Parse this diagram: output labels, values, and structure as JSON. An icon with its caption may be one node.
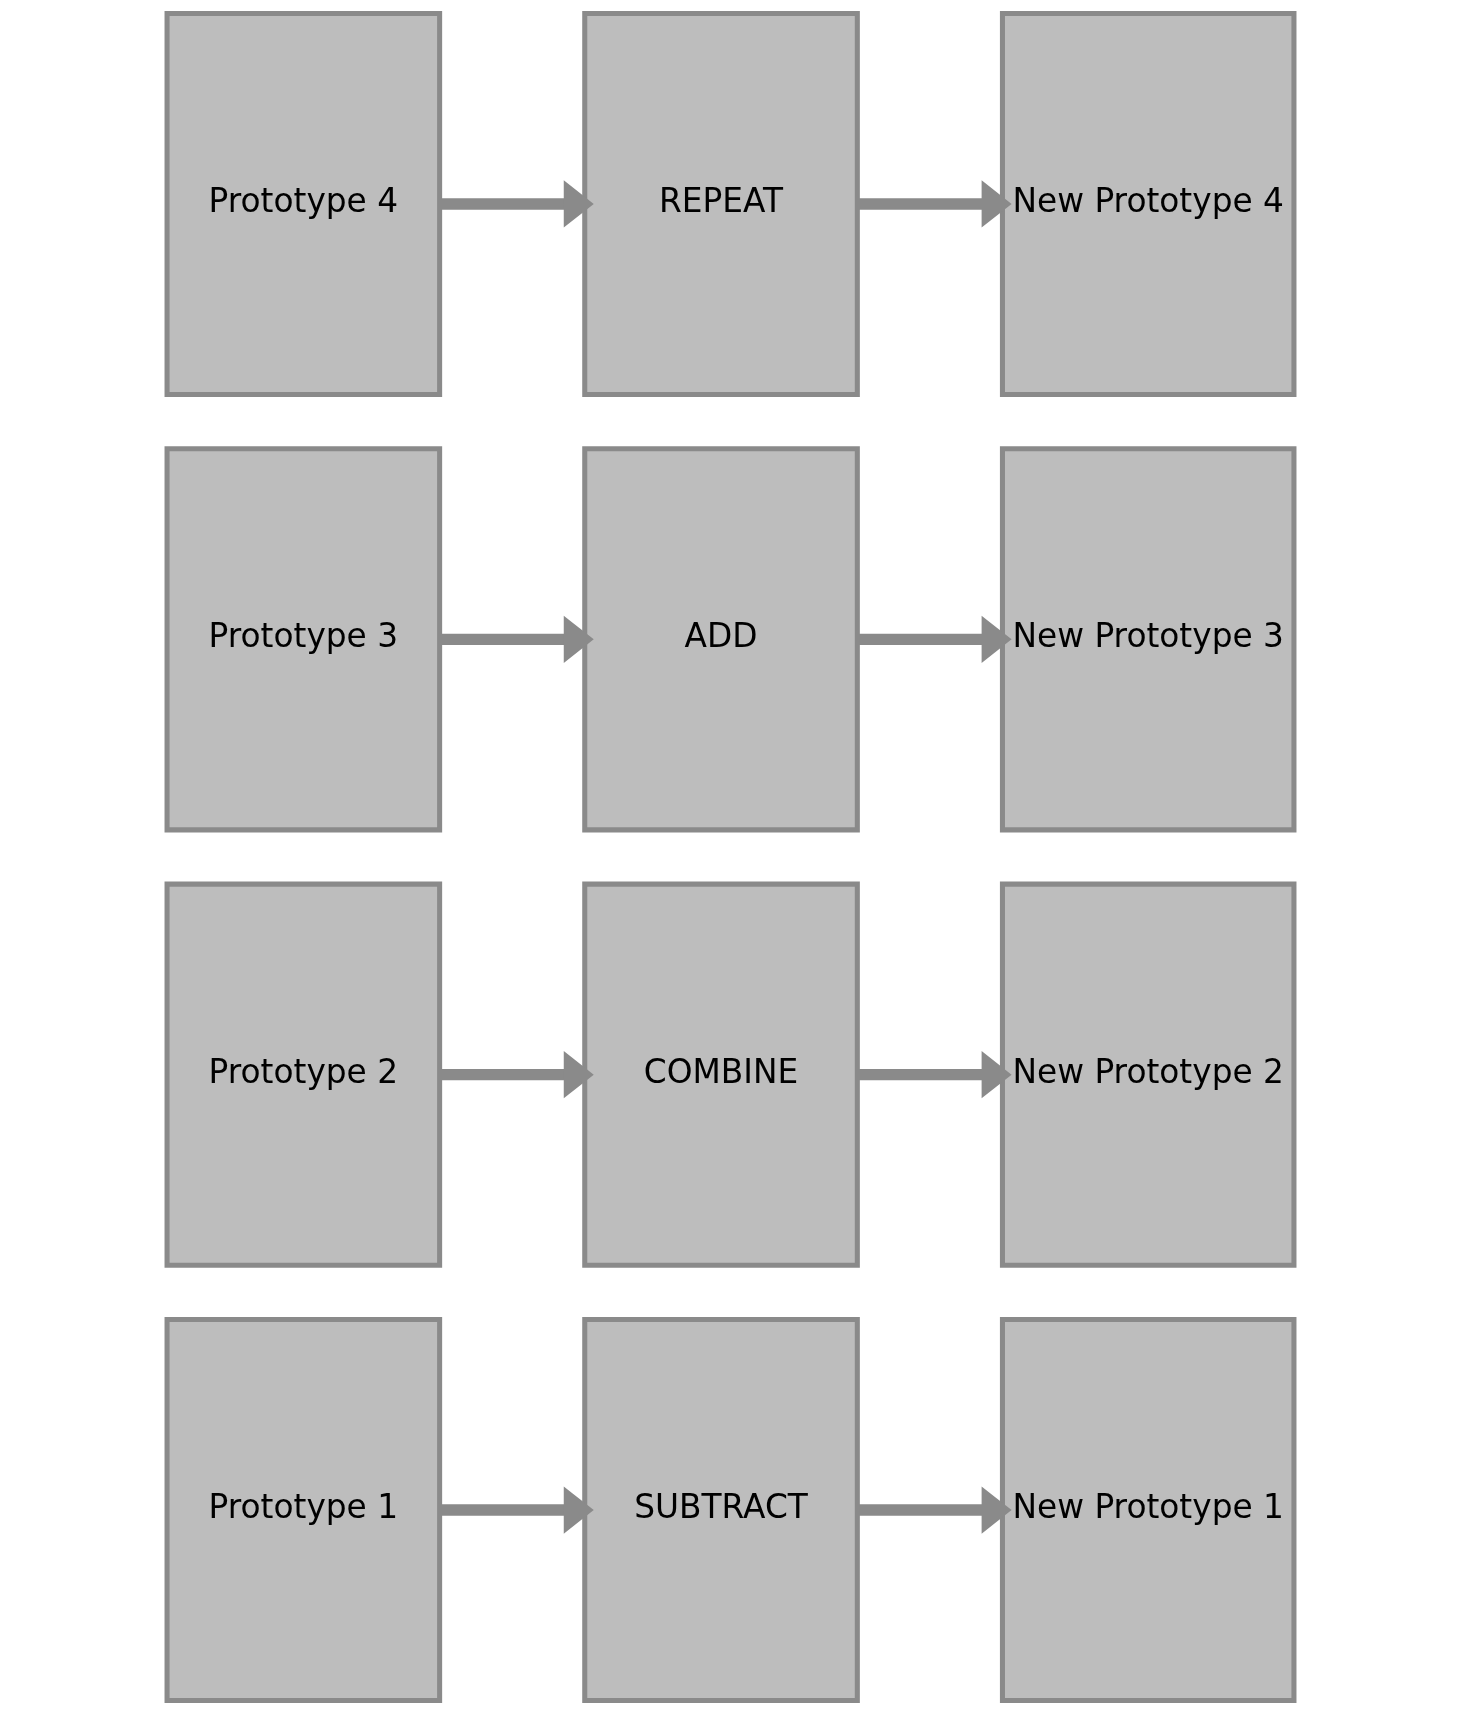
{
  "diagram": {
    "nodes": [
      {
        "text": [
          "Prototype 1"
        ]
      },
      {
        "text": [
          "SUBTRACT"
        ]
      },
      {
        "text": [
          "New Prototype 1"
        ]
      },
      {
        "text": [
          "Prototype 2"
        ]
      },
      {
        "text": [
          "COMBINE"
        ]
      },
      {
        "text": [
          "New Prototype 2"
        ]
      },
      {
        "text": [
          "Prototype 3"
        ]
      },
      {
        "text": [
          "ADD"
        ]
      },
      {
        "text": [
          "New Prototype 3"
        ]
      },
      {
        "text": [
          "Prototype 4"
        ]
      },
      {
        "text": [
          "REPEAT"
        ]
      },
      {
        "text": [
          "New Prototype 4"
        ]
      }
    ],
    "edges": [
      {
        "from": 0,
        "to": 1,
        "arrow": "to"
      },
      {
        "from": 1,
        "to": 2,
        "arrow": "to"
      },
      {
        "from": 3,
        "to": 4,
        "arrow": "to"
      },
      {
        "from": 4,
        "to": 5,
        "arrow": "to"
      },
      {
        "from": 6,
        "to": 7,
        "arrow": "to"
      },
      {
        "from": 7,
        "to": 8,
        "arrow": "to"
      },
      {
        "from": 9,
        "to": 10,
        "arrow": "to"
      },
      {
        "from": 10,
        "to": 11,
        "arrow": "to"
      }
    ]
  }
}
